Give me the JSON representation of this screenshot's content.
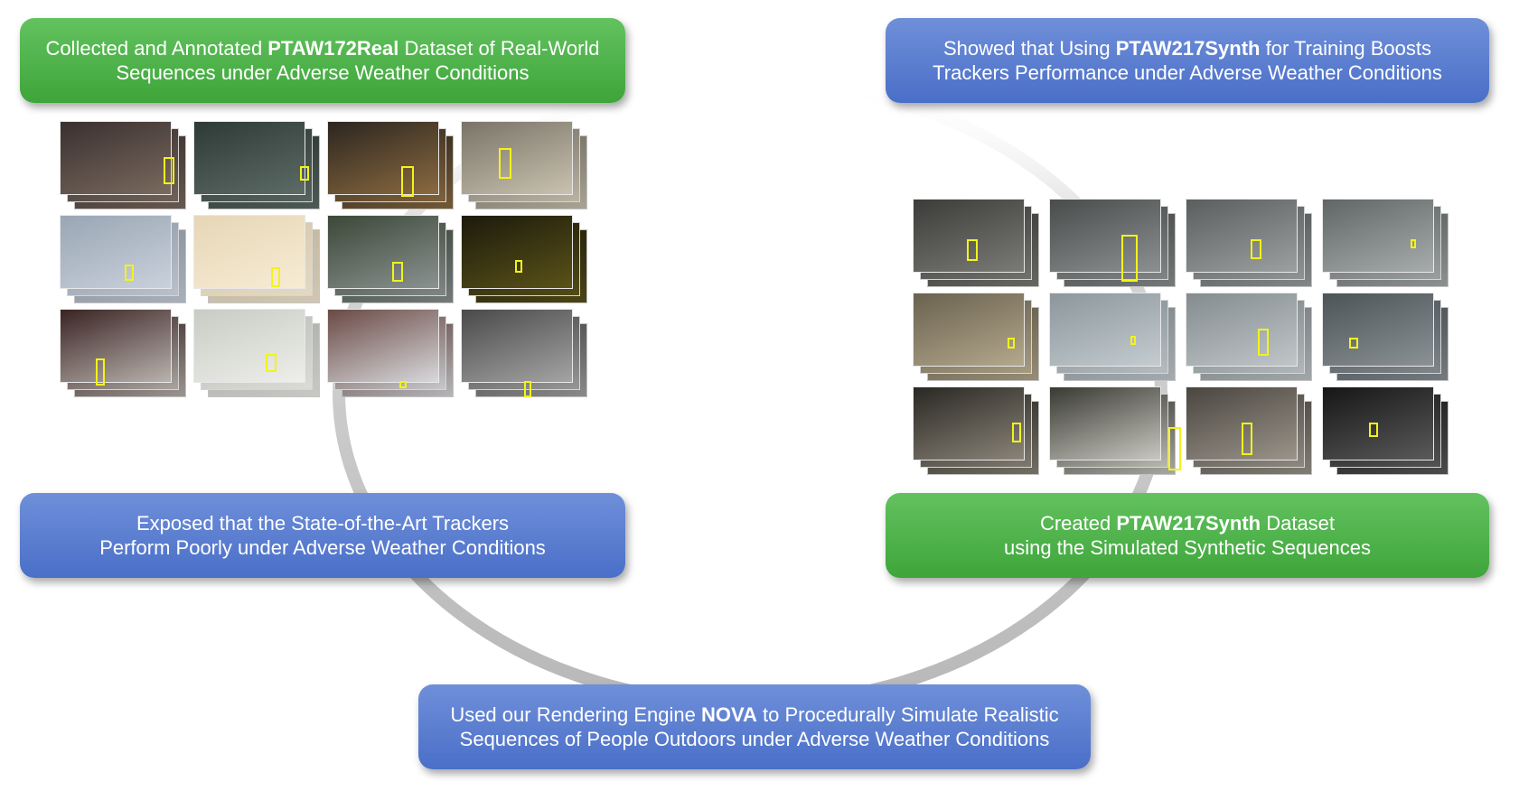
{
  "steps": {
    "real_dataset": {
      "pre": "Collected and Annotated ",
      "bold": "PTAW172Real",
      "post": " Dataset of Real-World",
      "line2": "Sequences under Adverse Weather Conditions"
    },
    "exposed": {
      "line1": "Exposed that the State-of-the-Art Trackers",
      "line2": "Perform Poorly under Adverse Weather Conditions"
    },
    "nova": {
      "pre": "Used our Rendering Engine ",
      "bold": "NOVA",
      "post": " to Procedurally Simulate Realistic",
      "line2": "Sequences of People Outdoors under Adverse Weather Conditions"
    },
    "synth_dataset": {
      "pre": "Created ",
      "bold": "PTAW217Synth",
      "post": " Dataset",
      "line2": "using the Simulated Synthetic Sequences"
    },
    "training_boost": {
      "pre": "Showed that Using ",
      "bold": "PTAW217Synth",
      "post": " for Training Boosts",
      "line2": "Trackers Performance under Adverse Weather Conditions"
    }
  },
  "colors": {
    "green_box": "#4cb048",
    "blue_box": "#5b7fd0",
    "bbox": "#f3f31a",
    "ring": "#c8c8c8"
  },
  "real_thumbnails": [
    {
      "scene": "rainy-night-street",
      "bg": [
        "#3a3030",
        "#7a6a5e"
      ]
    },
    {
      "scene": "rain-park",
      "bg": [
        "#2e3a36",
        "#5d6b66"
      ]
    },
    {
      "scene": "rainy-night-storefront",
      "bg": [
        "#2c2620",
        "#8a6a40"
      ]
    },
    {
      "scene": "rain-umbrella-street",
      "bg": [
        "#7a7468",
        "#c9c2b0"
      ]
    },
    {
      "scene": "snow-fog-street",
      "bg": [
        "#9aa6b4",
        "#c9d1dc"
      ]
    },
    {
      "scene": "sandstorm",
      "bg": [
        "#e6d6b6",
        "#f7ecd4"
      ]
    },
    {
      "scene": "fog-path",
      "bg": [
        "#3c4838",
        "#8a9290"
      ]
    },
    {
      "scene": "night-fog-lamp",
      "bg": [
        "#1c1a0c",
        "#5a5218"
      ]
    },
    {
      "scene": "snow-street-red",
      "bg": [
        "#3a2424",
        "#b9b2ad"
      ]
    },
    {
      "scene": "blizzard-street",
      "bg": [
        "#c8ccc4",
        "#eeeeea"
      ]
    },
    {
      "scene": "snow-church",
      "bg": [
        "#6a4a44",
        "#d8d8dc"
      ]
    },
    {
      "scene": "fog-city",
      "bg": [
        "#4a4a4a",
        "#a4a4a4"
      ]
    }
  ],
  "synth_thumbnails": [
    {
      "scene": "synth-rain-dark",
      "bg": [
        "#3c3c3a",
        "#7a7a76"
      ]
    },
    {
      "scene": "synth-rain-trees",
      "bg": [
        "#4a4c4c",
        "#8c9090"
      ]
    },
    {
      "scene": "synth-fog-trees",
      "bg": [
        "#5a5e5e",
        "#9ca0a0"
      ]
    },
    {
      "scene": "synth-fog-field",
      "bg": [
        "#606666",
        "#a8acac"
      ]
    },
    {
      "scene": "synth-dust",
      "bg": [
        "#6a6250",
        "#b4a88c"
      ]
    },
    {
      "scene": "synth-fog-white",
      "bg": [
        "#8c969c",
        "#c4ccd0"
      ]
    },
    {
      "scene": "synth-fog-building",
      "bg": [
        "#848c90",
        "#c0c6c8"
      ]
    },
    {
      "scene": "synth-fog-dusk",
      "bg": [
        "#4c5458",
        "#8a9296"
      ]
    },
    {
      "scene": "synth-snow-night",
      "bg": [
        "#2a2824",
        "#8a8478"
      ]
    },
    {
      "scene": "synth-snow-street",
      "bg": [
        "#3a3a34",
        "#c8c8c0"
      ]
    },
    {
      "scene": "synth-snowfall",
      "bg": [
        "#4a4640",
        "#9a948a"
      ]
    },
    {
      "scene": "synth-snow-dark",
      "bg": [
        "#161616",
        "#5a5a5a"
      ]
    }
  ]
}
